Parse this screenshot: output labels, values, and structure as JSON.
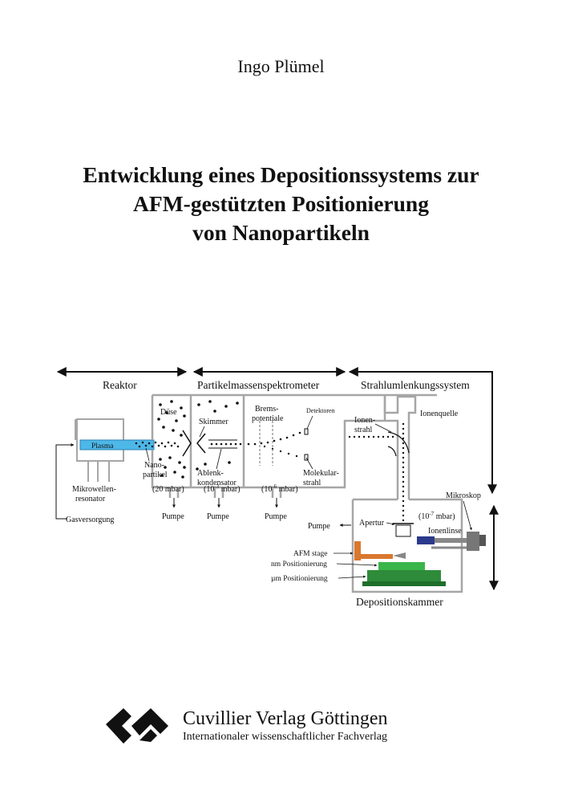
{
  "cover": {
    "author": "Ingo Plümel",
    "title_lines": [
      "Entwicklung eines Depositionssystems zur",
      "AFM-gestützten Positionierung",
      "von Nanopartikeln"
    ]
  },
  "diagram": {
    "sections": {
      "reaktor": "Reaktor",
      "spektrometer": "Partikelmassenspektrometer",
      "strahl": "Strahlumlenkungssystem",
      "kammer": "Depositionskammer"
    },
    "labels": {
      "plasma": "Plasma",
      "duese": "Düse",
      "skimmer": "Skimmer",
      "brems_1": "Brems-",
      "brems_2": "potentiale",
      "detektoren": "Detektoren",
      "ionenstrahl_1": "Ionen-",
      "ionenstrahl_2": "strahl",
      "ionenquelle": "Ionenquelle",
      "nano_1": "Nano-",
      "nano_2": "partikel",
      "ablenk_1": "Ablenk-",
      "ablenk_2": "kondensator",
      "molekular_1": "Molekular-",
      "molekular_2": "strahl",
      "mikrowellen_1": "Mikrowellen-",
      "mikrowellen_2": "resonator",
      "gasversorgung": "Gasversorgung",
      "pumpe": "Pumpe",
      "mikroskop": "Mikroskop",
      "apertur": "Apertur",
      "ionenlinse": "Ionenlinse",
      "afm_stage": "AFM stage",
      "nm_pos": "nm Positionierung",
      "um_pos": "µm Positionierung"
    },
    "pressure": {
      "p1": "(20 mbar)",
      "p2_base": "(10",
      "p2_exp": "-3",
      "p3_base": "(10",
      "p3_exp": "-6",
      "p4_base": "(10",
      "p4_exp": "-7",
      "unit": " mbar)"
    }
  },
  "publisher": {
    "name": "Cuvillier Verlag Göttingen",
    "subtitle": "Internationaler wissenschaftlicher Fachverlag"
  },
  "colors": {
    "chamber_wall": "#a6a6a6",
    "plasma": "#4db8e8",
    "afm_stage": "#d9782e",
    "nm_stage": "#39b54a",
    "um_stage": "#2e8b3a",
    "ion_lens": "#2b3a8c",
    "microscope": "#777777"
  }
}
